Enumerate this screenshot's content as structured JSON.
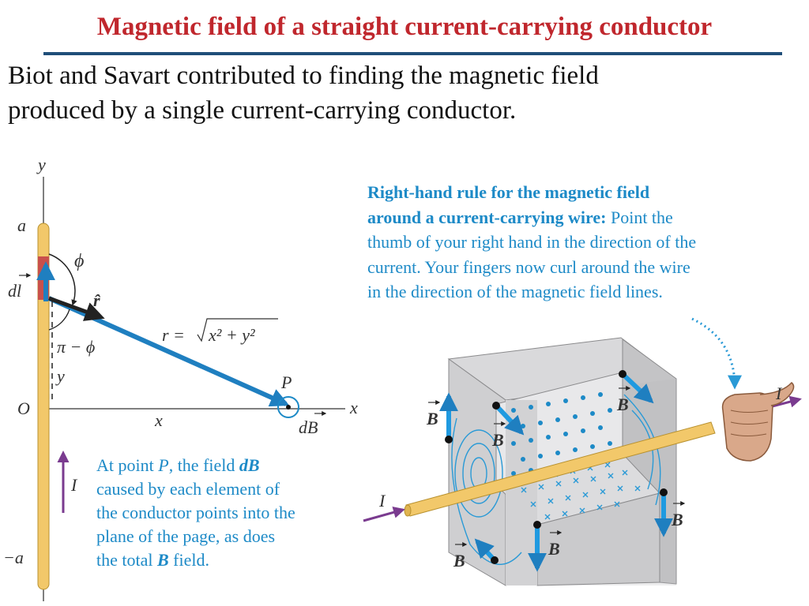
{
  "title": "Magnetic field of a straight current-carrying conductor",
  "intro": {
    "line1": "Biot and Savart contributed to finding the magnetic field",
    "line2": "produced by a single current-carrying conductor."
  },
  "left_diagram": {
    "axis_y": "y",
    "axis_x": "x",
    "top_label": "a",
    "bottom_label": "−a",
    "origin": "O",
    "dl": "dl",
    "phi": "ϕ",
    "r_hat": "r̂",
    "pi_minus_phi": "π − ϕ",
    "y_small": "y",
    "x_small": "x",
    "r_eq_lhs": "r =",
    "r_eq_rhs": "x² + y²",
    "point_p": "P",
    "db": "dB",
    "current": "I"
  },
  "caption": {
    "l1_pre": "At point ",
    "l1_p": "P",
    "l1_mid": ", the field ",
    "l1_db": "dB",
    "l2": "caused by each element of",
    "l3": "the conductor points into the",
    "l4": "plane of the page, as does",
    "l5_pre": "the total ",
    "l5_b": "B",
    "l5_post": " field."
  },
  "rule_text": {
    "bold1": "Right-hand rule for the magnetic field",
    "bold2": "around a current-carrying wire:",
    "rest2": " Point the",
    "l3": "thumb of your right hand in the direction of the",
    "l4": "current. Your fingers now curl around the wire",
    "l5": "in the direction of the magnetic field lines."
  },
  "right_diagram": {
    "b": "B",
    "current": "I"
  },
  "colors": {
    "title": "#c0272d",
    "accent_blue": "#1d8ac7",
    "arrow_blue": "#1f7fc0",
    "wire": "#f2c86a",
    "current_arrow": "#7a3b8f",
    "cube": "#c9c9cb"
  }
}
